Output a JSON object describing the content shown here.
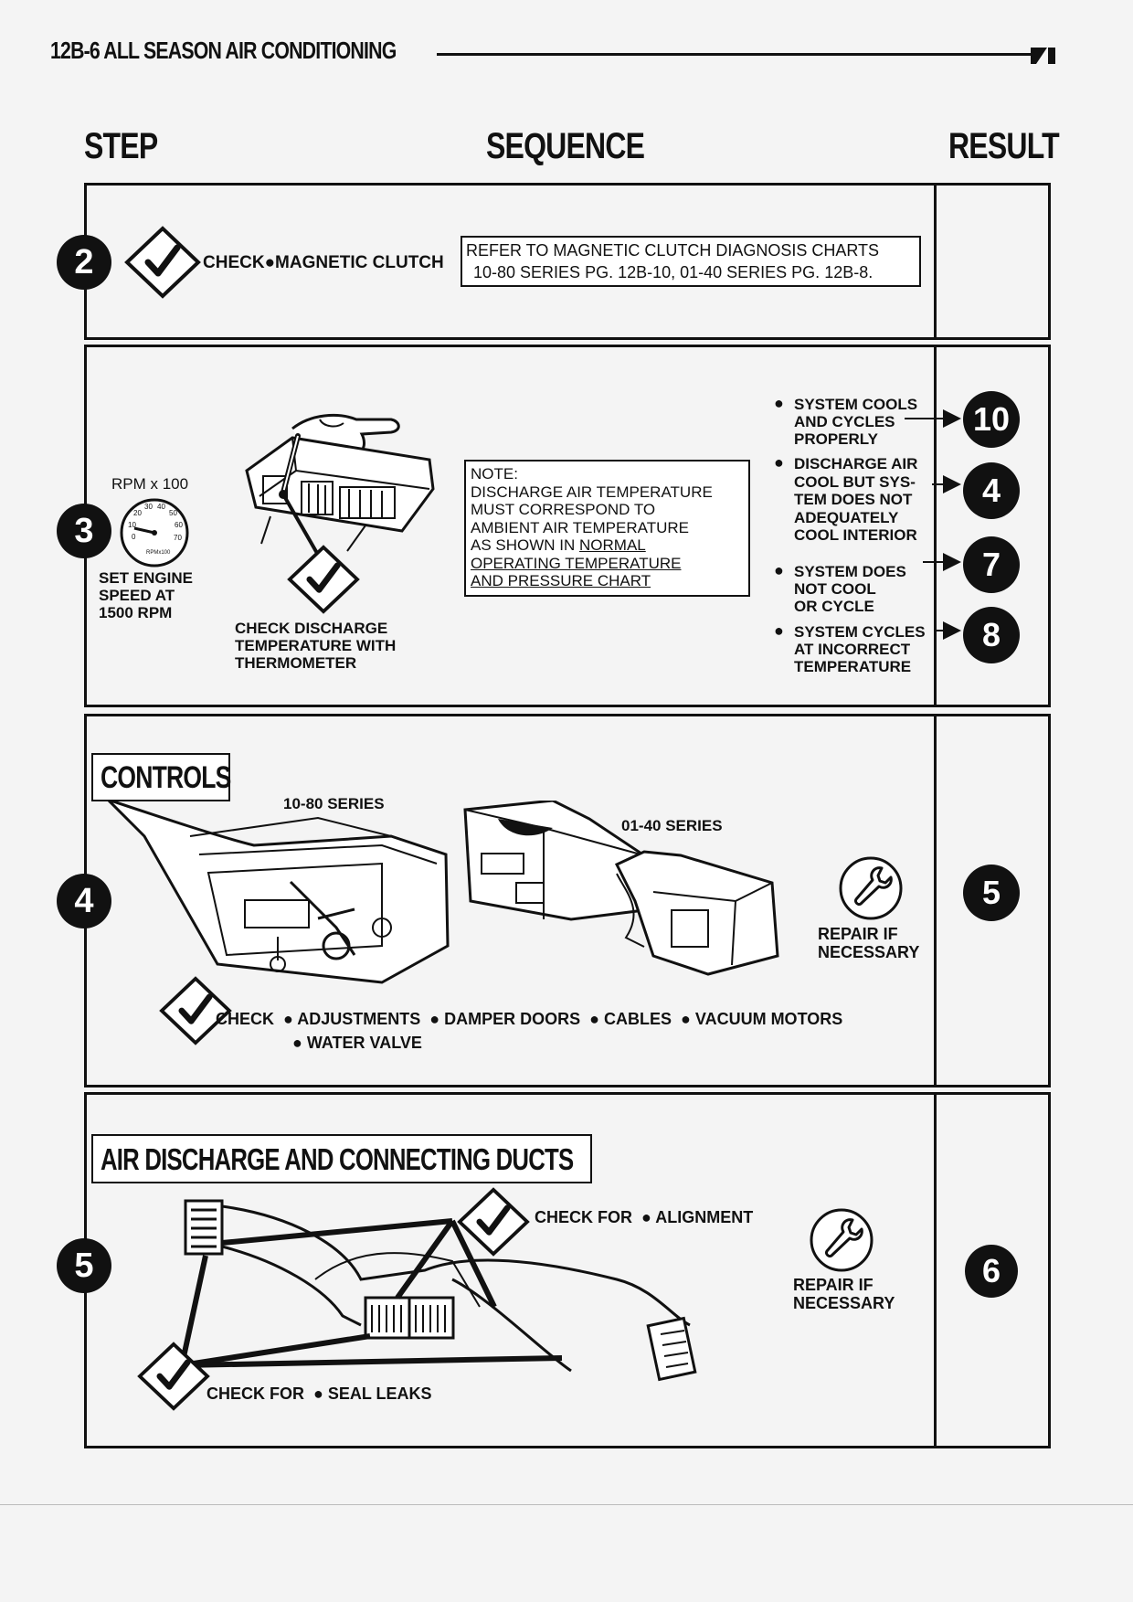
{
  "header": {
    "title": "12B-6 ALL SEASON AIR CONDITIONING"
  },
  "columns": {
    "step": "STEP",
    "sequence": "SEQUENCE",
    "result": "RESULT"
  },
  "row2": {
    "step_number": "2",
    "check_label": "CHECK",
    "check_item": "MAGNETIC CLUTCH",
    "refer_line1": "REFER TO MAGNETIC CLUTCH DIAGNOSIS CHARTS",
    "refer_line2": "10-80 SERIES PG. 12B-10, 01-40 SERIES PG. 12B-8."
  },
  "row3": {
    "step_number": "3",
    "rpm_label": "RPM x 100",
    "gauge_numbers": [
      "0",
      "10",
      "20",
      "30",
      "40",
      "50",
      "60",
      "70"
    ],
    "gauge_unit": "RPMx100",
    "set_speed": [
      "SET ENGINE",
      "SPEED AT",
      "1500 RPM"
    ],
    "check_discharge": [
      "CHECK DISCHARGE",
      "TEMPERATURE WITH",
      "THERMOMETER"
    ],
    "note": {
      "heading": "NOTE:",
      "lines": [
        "DISCHARGE AIR TEMPERATURE",
        "MUST CORRESPOND TO",
        "AMBIENT AIR TEMPERATURE",
        "AS SHOWN IN "
      ],
      "link_word": "NORMAL",
      "link_lines": [
        "OPERATING TEMPERATURE",
        "AND PRESSURE CHART"
      ]
    },
    "results": [
      {
        "lines": [
          "SYSTEM COOLS",
          "AND CYCLES",
          "PROPERLY"
        ],
        "goto": "10"
      },
      {
        "lines": [
          "DISCHARGE AIR",
          "COOL BUT SYS-",
          "TEM DOES NOT",
          "ADEQUATELY",
          "COOL INTERIOR"
        ],
        "goto": "4"
      },
      {
        "lines": [
          "SYSTEM DOES",
          "NOT COOL",
          "OR CYCLE"
        ],
        "goto": "7"
      },
      {
        "lines": [
          "SYSTEM CYCLES",
          "AT INCORRECT",
          "TEMPERATURE"
        ],
        "goto": "8"
      }
    ]
  },
  "row4": {
    "step_number": "4",
    "title": "CONTROLS",
    "series_a": "10-80 SERIES",
    "series_b": "01-40 SERIES",
    "repair": [
      "REPAIR IF",
      "NECESSARY"
    ],
    "check_label": "CHECK",
    "check_items": [
      "ADJUSTMENTS",
      "DAMPER DOORS",
      "CABLES",
      "VACUUM MOTORS",
      "WATER VALVE"
    ],
    "result": "5"
  },
  "row5": {
    "step_number": "5",
    "title": "AIR DISCHARGE AND CONNECTING DUCTS",
    "check_for_a": "CHECK FOR",
    "item_a": "ALIGNMENT",
    "check_for_b": "CHECK FOR",
    "item_b": "SEAL LEAKS",
    "repair": [
      "REPAIR IF",
      "NECESSARY"
    ],
    "result": "6"
  },
  "icons": {
    "check": "checkmark-diamond-icon",
    "wrench": "wrench-circle-icon",
    "corner": "page-corner-mark-icon"
  }
}
